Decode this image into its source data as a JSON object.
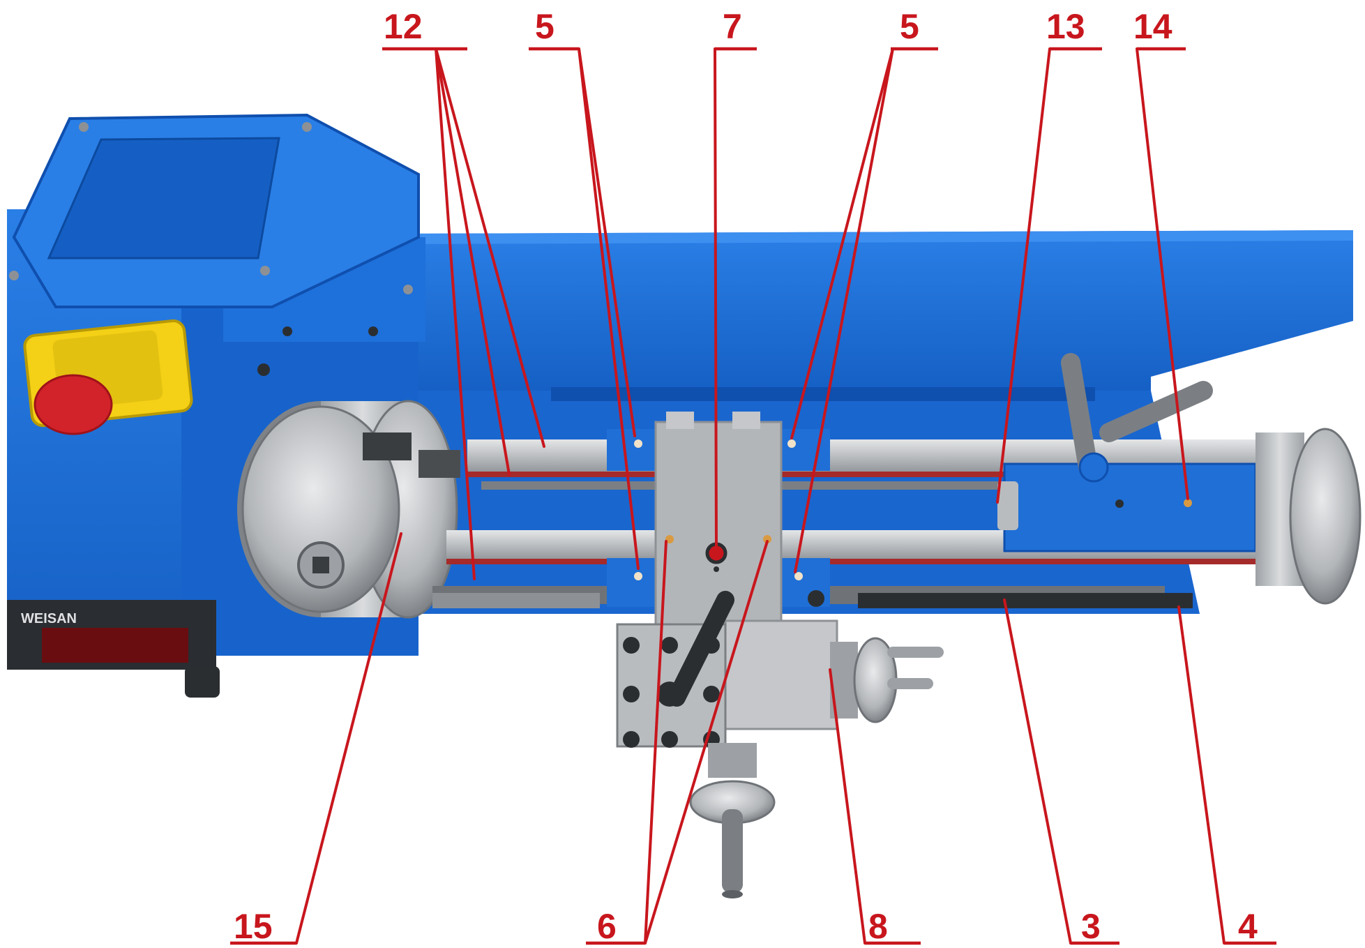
{
  "colors": {
    "callout": "#c8161d",
    "machine_blue": "#1f6fd6",
    "machine_blue_dark": "#0f4fae",
    "steel": "#b9bcbf",
    "steel_dark": "#6f7377",
    "switch_yellow": "#f4d016",
    "stop_red": "#d2232a",
    "chuck_steel": "#c5c7ca"
  },
  "brand_plate": {
    "text": "WEISAN"
  },
  "callouts": [
    {
      "id": "c12",
      "label": "12"
    },
    {
      "id": "c5a",
      "label": "5"
    },
    {
      "id": "c7",
      "label": "7"
    },
    {
      "id": "c5b",
      "label": "5"
    },
    {
      "id": "c13",
      "label": "13"
    },
    {
      "id": "c14",
      "label": "14"
    },
    {
      "id": "c15",
      "label": "15"
    },
    {
      "id": "c6",
      "label": "6"
    },
    {
      "id": "c8",
      "label": "8"
    },
    {
      "id": "c3",
      "label": "3"
    },
    {
      "id": "c4",
      "label": "4"
    }
  ]
}
